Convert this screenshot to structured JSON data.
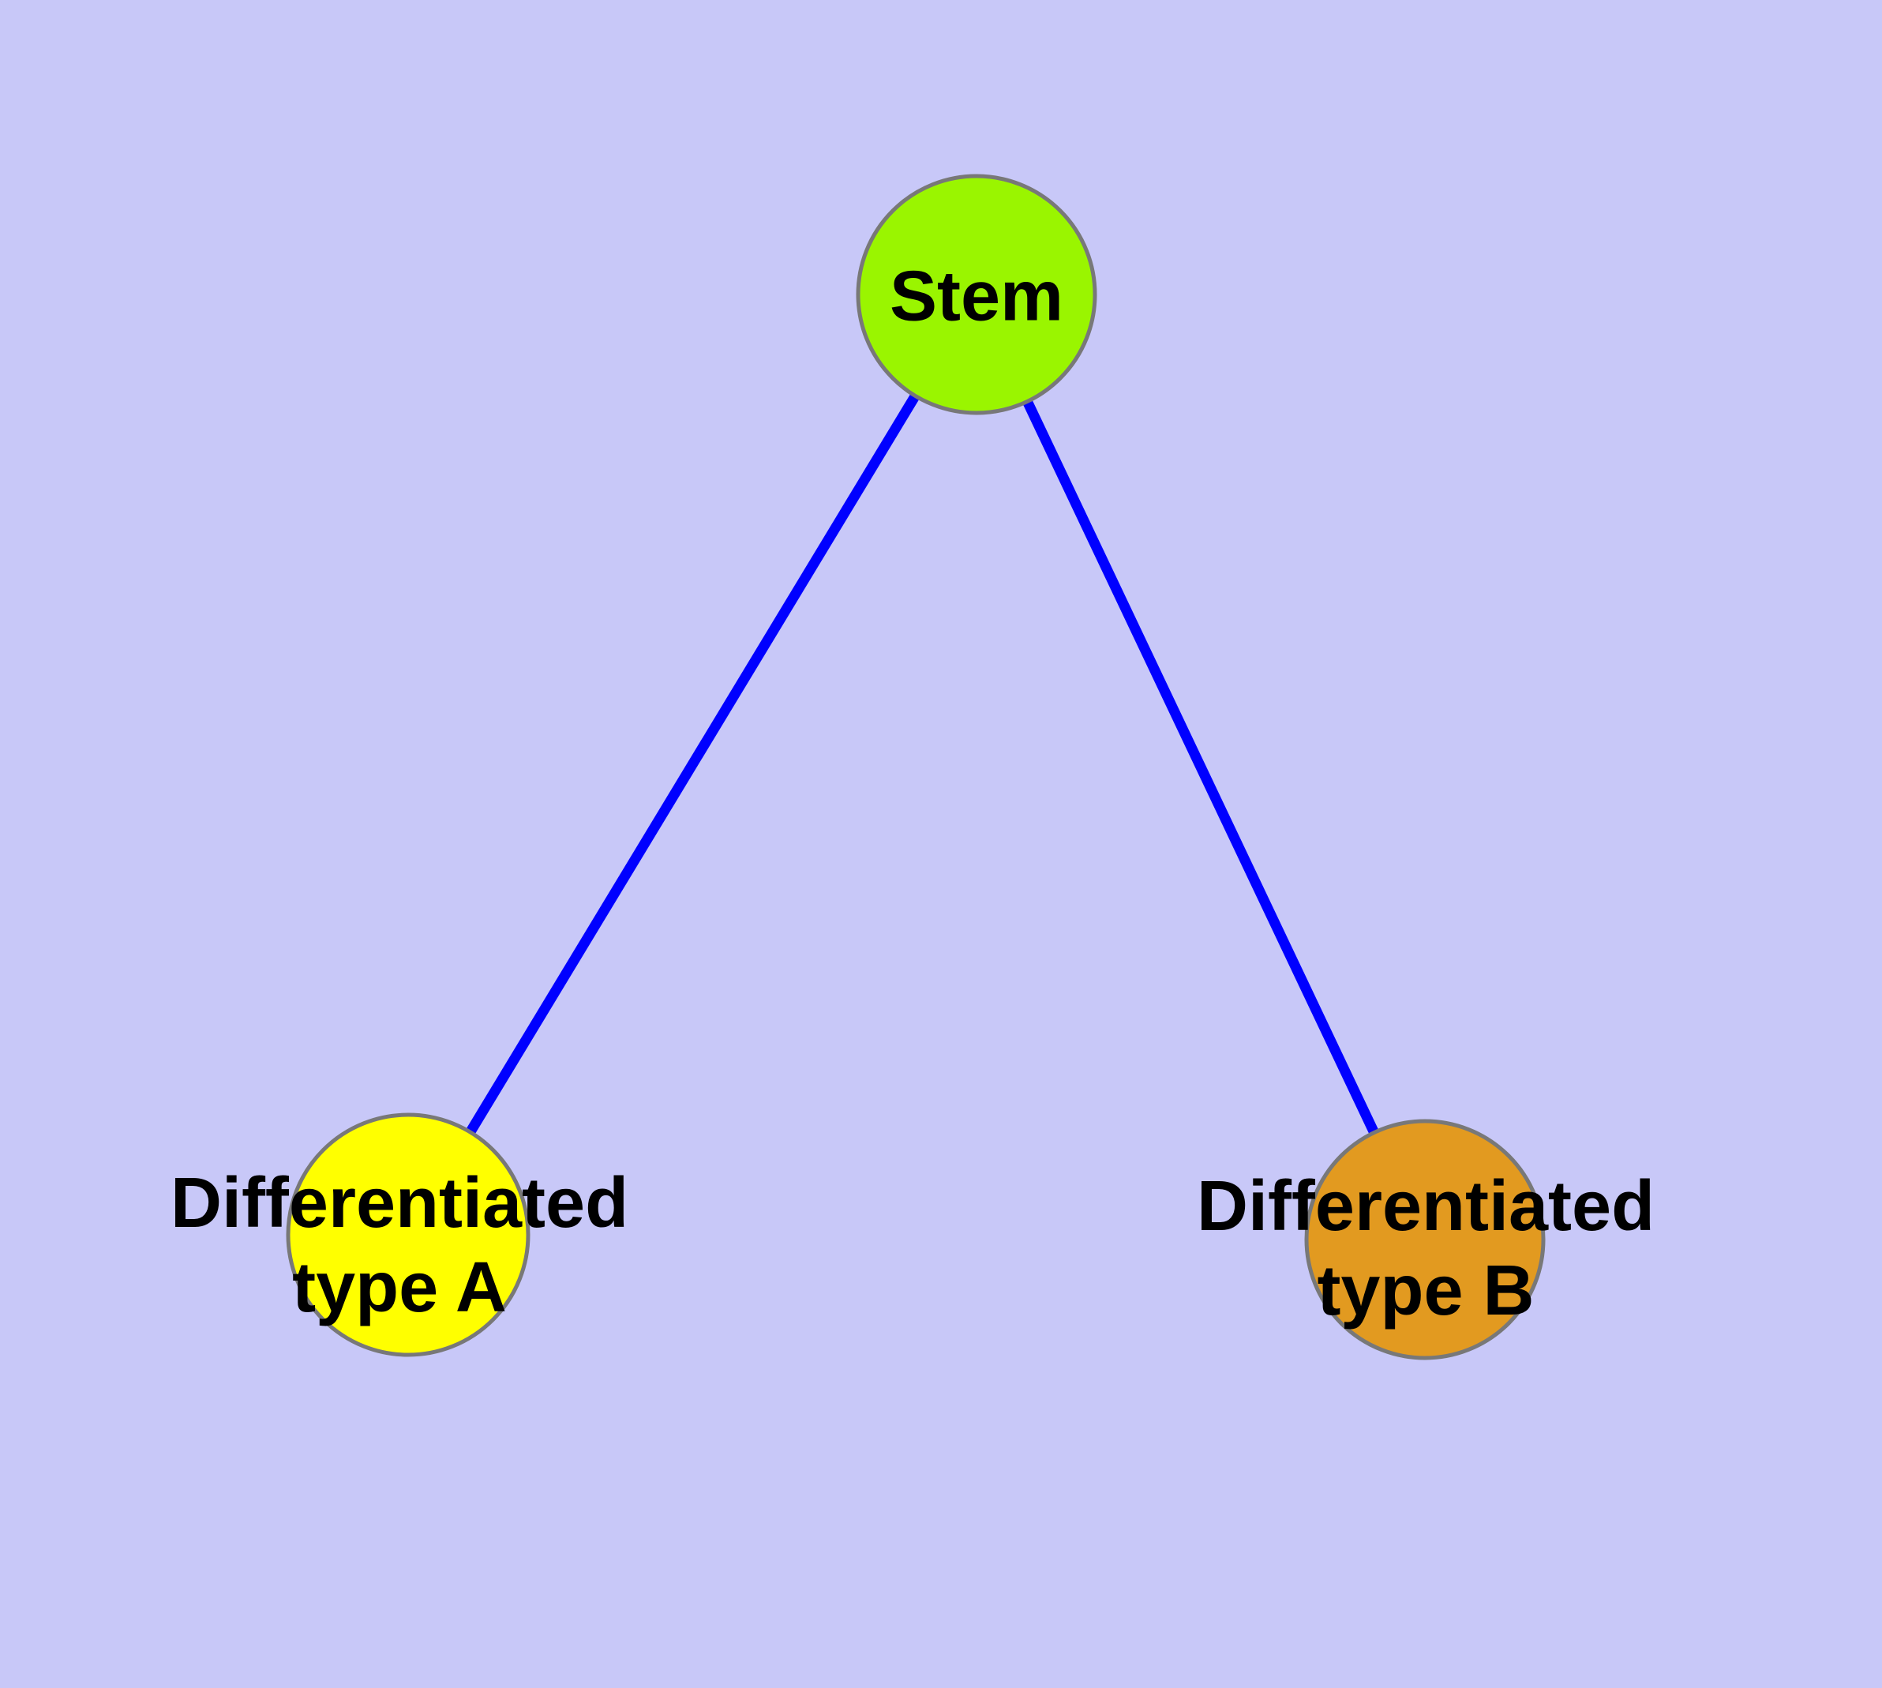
{
  "diagram": {
    "title": "",
    "background_color": "#C8C8F8",
    "edge_color": "#0000FF",
    "node_border_color": "#787878",
    "label_color": "#000000",
    "nodes": {
      "stem": {
        "label": "Stem",
        "fill": "#9AF500"
      },
      "type_a": {
        "label_line1": "Differentiated",
        "label_line2": "type A",
        "fill": "#FFFF00"
      },
      "type_b": {
        "label_line1": "Differentiated",
        "label_line2": "type B",
        "fill": "#E29A20"
      }
    },
    "edges": [
      {
        "from": "Stem",
        "to": "Differentiated type A"
      },
      {
        "from": "Stem",
        "to": "Differentiated type B"
      }
    ]
  }
}
